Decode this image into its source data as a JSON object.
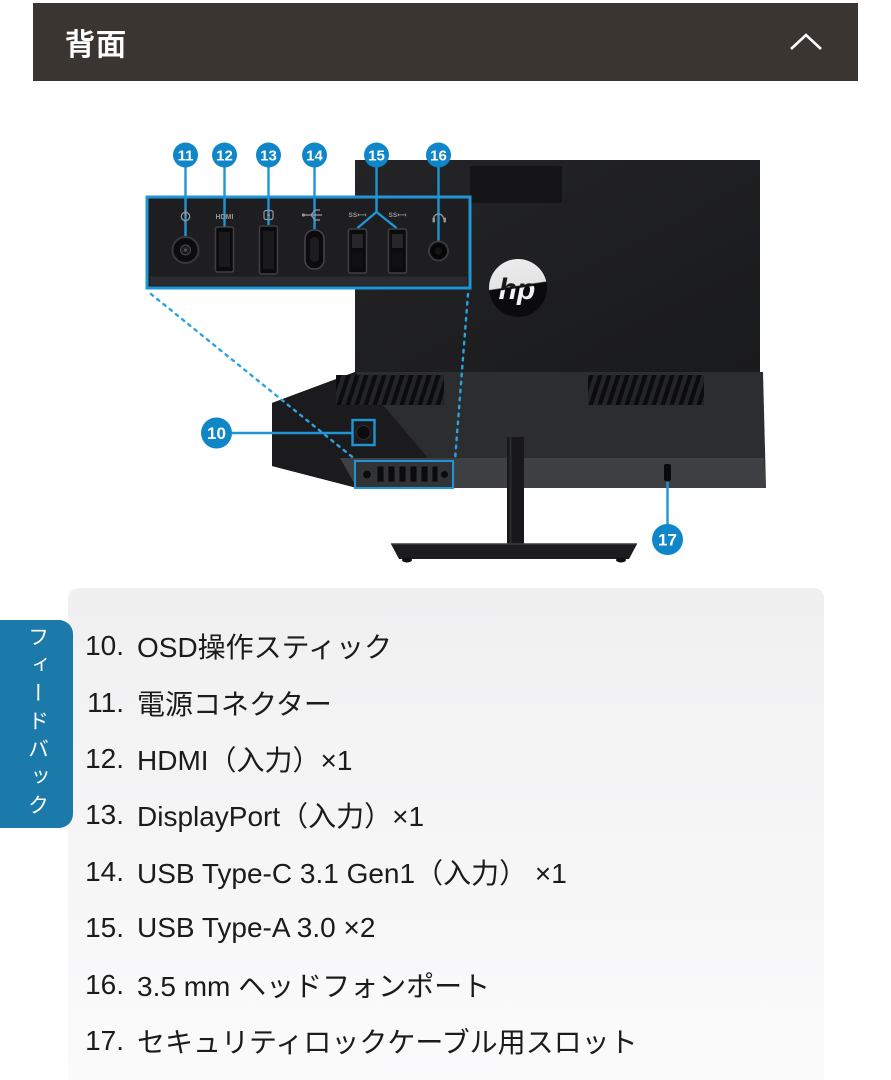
{
  "header": {
    "title": "背面",
    "collapse_icon": "chevron-up"
  },
  "feedback_tab": {
    "label": "フィードバック"
  },
  "diagram": {
    "description": "HP monitor rear view with numbered port callouts",
    "hp_logo_text": "hp",
    "port_labels": {
      "hdmi": "HDMI"
    },
    "callouts": {
      "c10": "10",
      "c11": "11",
      "c12": "12",
      "c13": "13",
      "c14": "14",
      "c15": "15",
      "c16": "16",
      "c17": "17"
    }
  },
  "port_list": {
    "items": [
      {
        "num": "10.",
        "text": "OSD操作スティック"
      },
      {
        "num": "11.",
        "text": "電源コネクター"
      },
      {
        "num": "12.",
        "text": "HDMI（入力）×1"
      },
      {
        "num": "13.",
        "text": "DisplayPort（入力）×1"
      },
      {
        "num": "14.",
        "text": "USB Type-C 3.1 Gen1（入力） ×1"
      },
      {
        "num": "15.",
        "text": "USB Type-A 3.0 ×2"
      },
      {
        "num": "16.",
        "text": "3.5 mm ヘッドフォンポート"
      },
      {
        "num": "17.",
        "text": "セキュリティロックケーブル用スロット"
      }
    ]
  },
  "colors": {
    "header_bg": "#3a3531",
    "callout_blue": "#0e86c7",
    "outline_blue": "#1e96d6",
    "feedback_blue": "#1b7aa9",
    "card_bg": "#f2f2f3"
  }
}
